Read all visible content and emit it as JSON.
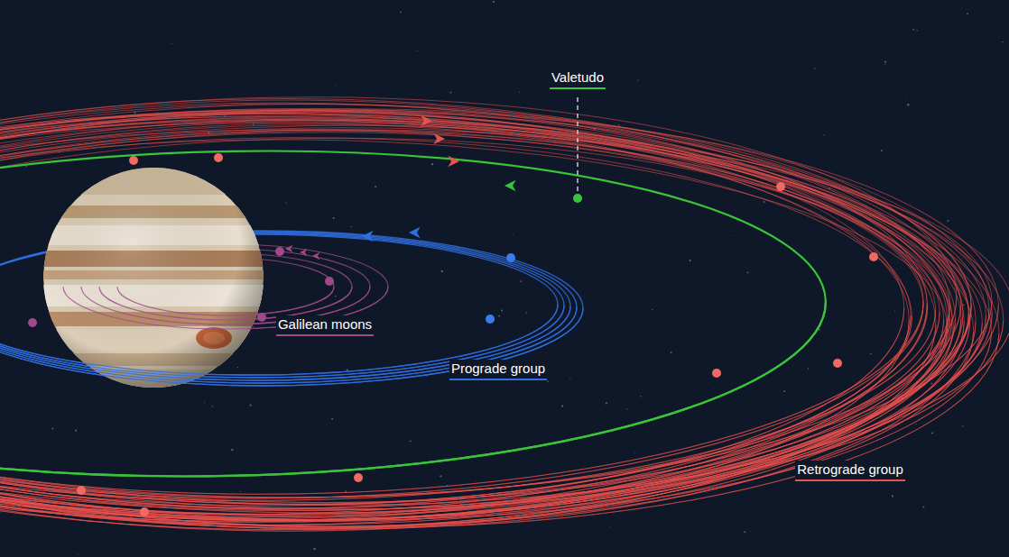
{
  "diagram": {
    "labels": [
      "Valetudo",
      "Galilean moons",
      "Prograde group",
      "Retrograde group"
    ]
  }
}
